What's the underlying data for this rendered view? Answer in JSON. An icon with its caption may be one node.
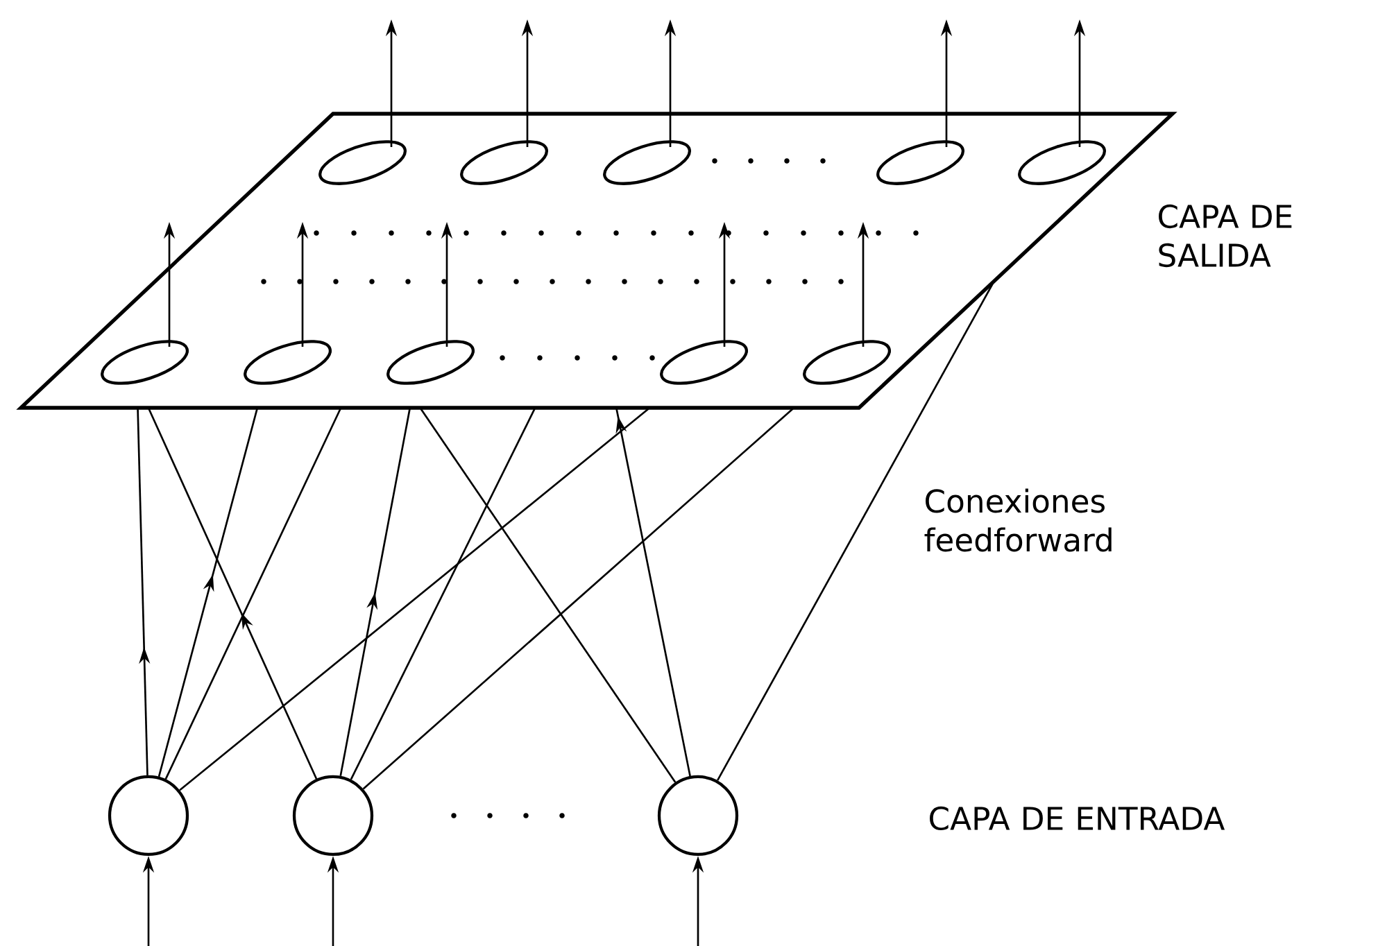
{
  "diagram": {
    "nodes": [
      {
        "text": [],
        "shape": "parallelogram"
      },
      {
        "text": [],
        "shape": "ellipse",
        "in": 0
      },
      {
        "text": [],
        "shape": "ellipse",
        "in": 0
      },
      {
        "text": [],
        "shape": "ellipse",
        "in": 0
      },
      {
        "text": [],
        "shape": "ellipse",
        "in": 0
      },
      {
        "text": [],
        "shape": "ellipse",
        "in": 0
      },
      {
        "text": [],
        "shape": "ellipse",
        "in": 0
      },
      {
        "text": [],
        "shape": "ellipse",
        "in": 0
      },
      {
        "text": [],
        "shape": "ellipse",
        "in": 0
      },
      {
        "text": [],
        "shape": "ellipse",
        "in": 0
      },
      {
        "text": [],
        "shape": "ellipse",
        "in": 0
      },
      {
        "text": [],
        "shape": "circle"
      },
      {
        "text": [],
        "shape": "circle"
      },
      {
        "text": [],
        "shape": "circle"
      }
    ],
    "edges": [
      {
        "from": 11,
        "to": 0,
        "arrow": "to"
      },
      {
        "from": 11,
        "to": 0,
        "arrow": "to"
      },
      {
        "from": 11,
        "to": 0,
        "arrow": "none"
      },
      {
        "from": 11,
        "to": 0,
        "arrow": "none"
      },
      {
        "from": 12,
        "to": 0,
        "arrow": "to"
      },
      {
        "from": 12,
        "to": 0,
        "arrow": "to"
      },
      {
        "from": 12,
        "to": 0,
        "arrow": "none"
      },
      {
        "from": 12,
        "to": 0,
        "arrow": "none"
      },
      {
        "from": 13,
        "to": 0,
        "arrow": "none"
      },
      {
        "from": 13,
        "to": 0,
        "arrow": "to"
      },
      {
        "from": 13,
        "to": 0,
        "arrow": "none"
      },
      {
        "from": 1,
        "to": null,
        "arrow": "to"
      },
      {
        "from": 2,
        "to": null,
        "arrow": "to"
      },
      {
        "from": 3,
        "to": null,
        "arrow": "to"
      },
      {
        "from": 4,
        "to": null,
        "arrow": "to"
      },
      {
        "from": 5,
        "to": null,
        "arrow": "to"
      },
      {
        "from": 6,
        "to": null,
        "arrow": "to"
      },
      {
        "from": 7,
        "to": null,
        "arrow": "to"
      },
      {
        "from": 8,
        "to": null,
        "arrow": "to"
      },
      {
        "from": 9,
        "to": null,
        "arrow": "to"
      },
      {
        "from": 10,
        "to": null,
        "arrow": "to"
      },
      {
        "from": null,
        "to": 11,
        "arrow": "to"
      },
      {
        "from": null,
        "to": 12,
        "arrow": "to"
      },
      {
        "from": null,
        "to": 13,
        "arrow": "to"
      }
    ],
    "labels": [
      "CAPA DE SALIDA",
      "Conexiones feedforward",
      "CAPA DE ENTRADA"
    ]
  }
}
